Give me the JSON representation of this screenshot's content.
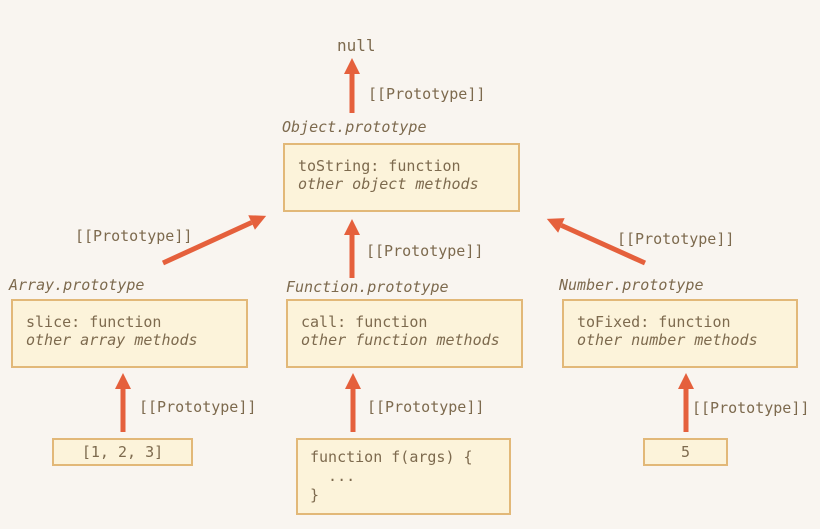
{
  "colors": {
    "background": "#f9f5f0",
    "box_fill": "#fcf3da",
    "box_border": "#e2b878",
    "arrow": "#e5603c",
    "text": "#7d6a4e"
  },
  "edge_label": "[[Prototype]]",
  "top": {
    "null_label": "null"
  },
  "prototypes": {
    "object": {
      "title": "Object.prototype",
      "method": "toString: function",
      "other": "other object methods"
    },
    "array": {
      "title": "Array.prototype",
      "method": "slice: function",
      "other": "other array methods"
    },
    "function": {
      "title": "Function.prototype",
      "method": "call: function",
      "other": "other function methods"
    },
    "number": {
      "title": "Number.prototype",
      "method": "toFixed: function",
      "other": "other number methods"
    }
  },
  "instances": {
    "array": {
      "value": "[1, 2, 3]"
    },
    "function": {
      "line1": "function f(args) {",
      "line2": "  ...",
      "line3": "}"
    },
    "number": {
      "value": "5"
    }
  }
}
